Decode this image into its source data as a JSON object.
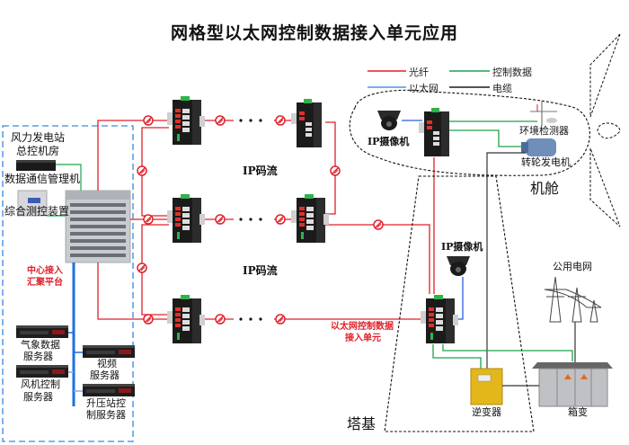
{
  "title": "网格型以太网控制数据接入单元应用",
  "legend": {
    "items": [
      {
        "label": "光纤",
        "color": "#e0202a"
      },
      {
        "label": "控制数据",
        "color": "#1aa34a"
      },
      {
        "label": "以太网",
        "color": "#7aaef0"
      },
      {
        "label": "电缆",
        "color": "#555555"
      }
    ]
  },
  "control_room": {
    "title_line1": "风力发电站",
    "title_line2": "总控机房",
    "devices": {
      "data_comm_manager": "数据通信管理机",
      "integrated_monitor": "综合测控装置",
      "aggregation_platform_line1": "中心接入",
      "aggregation_platform_line2": "汇聚平台",
      "weather_server_line1": "气象数据",
      "weather_server_line2": "服务器",
      "video_server_line1": "视频",
      "video_server_line2": "服务器",
      "turbine_server_line1": "风机控制",
      "turbine_server_line2": "服务器",
      "substation_server_line1": "升压站控",
      "substation_server_line2": "制服务器"
    }
  },
  "network": {
    "ip_stream_label_1": "IP码流",
    "ip_stream_label_2": "IP码流",
    "ellipsis": "• • •",
    "unit_label_line1": "以太网控制数据",
    "unit_label_line2": "接入单元"
  },
  "nacelle": {
    "title": "机舱",
    "ip_camera": "IP摄像机",
    "env_detector": "环境检测器",
    "generator": "转轮发电机"
  },
  "tower_base": {
    "title": "塔基",
    "ip_camera": "IP摄像机",
    "inverter": "逆变器",
    "box_transformer": "箱变",
    "public_grid": "公用电网"
  },
  "colors": {
    "fiber": "#e0202a",
    "control": "#1aa34a",
    "ethernet": "#7aaef0",
    "ethernet_dark": "#2b5fe0",
    "cable": "#555555",
    "room_border": "#3a86e0",
    "bus": "#1f6fe0"
  }
}
